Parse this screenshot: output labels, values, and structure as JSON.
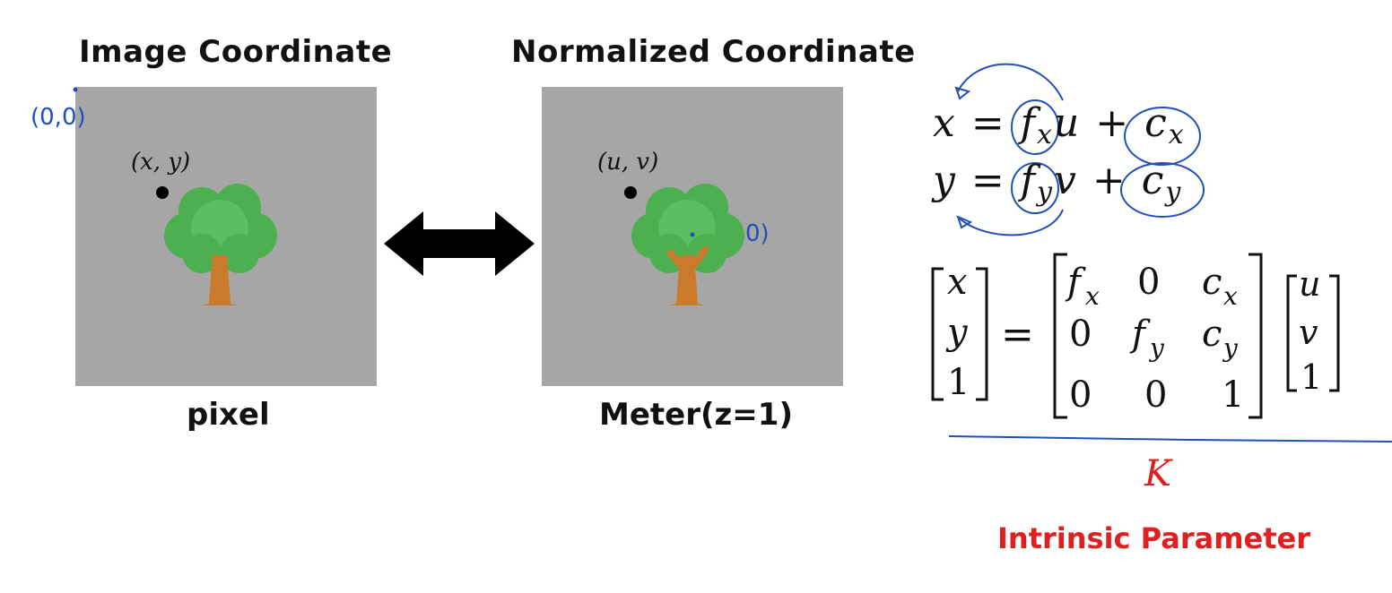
{
  "image_panel": {
    "title": "Image Coordinate",
    "point_label": "(x, y)",
    "unit_caption": "pixel",
    "origin_annotation": "(0,0)"
  },
  "normalized_panel": {
    "title": "Normalized Coordinate",
    "point_label": "(u, v)",
    "unit_caption": "Meter(z=1)",
    "origin_annotation": "(0,0)"
  },
  "equations": {
    "eq1": {
      "lhs": "x",
      "eq": "=",
      "f": "f",
      "f_sub": "x",
      "var": "u",
      "plus": "+",
      "c": "c",
      "c_sub": "x"
    },
    "eq2": {
      "lhs": "y",
      "eq": "=",
      "f": "f",
      "f_sub": "y",
      "var": "v",
      "plus": "+",
      "c": "c",
      "c_sub": "y"
    }
  },
  "matrix_equation": {
    "lhs_vector": [
      "x",
      "y",
      "1"
    ],
    "equals": "=",
    "K_matrix": [
      [
        {
          "t": "f",
          "s": "x"
        },
        {
          "t": "0",
          "s": ""
        },
        {
          "t": "c",
          "s": "x"
        }
      ],
      [
        {
          "t": "0",
          "s": ""
        },
        {
          "t": "f",
          "s": "y"
        },
        {
          "t": "c",
          "s": "y"
        }
      ],
      [
        {
          "t": "0",
          "s": ""
        },
        {
          "t": "0",
          "s": ""
        },
        {
          "t": "1",
          "s": ""
        }
      ]
    ],
    "rhs_vector": [
      "u",
      "v",
      "1"
    ]
  },
  "matrix_label": "K",
  "matrix_caption": "Intrinsic Parameter",
  "colors": {
    "panel": "#a6a6a6",
    "tree_leaves": "#4caf50",
    "tree_leaves_dark": "#2e7d32",
    "tree_trunk": "#c97a2b",
    "annotation_blue": "#1f4fb8",
    "highlight_red": "#e02020"
  }
}
